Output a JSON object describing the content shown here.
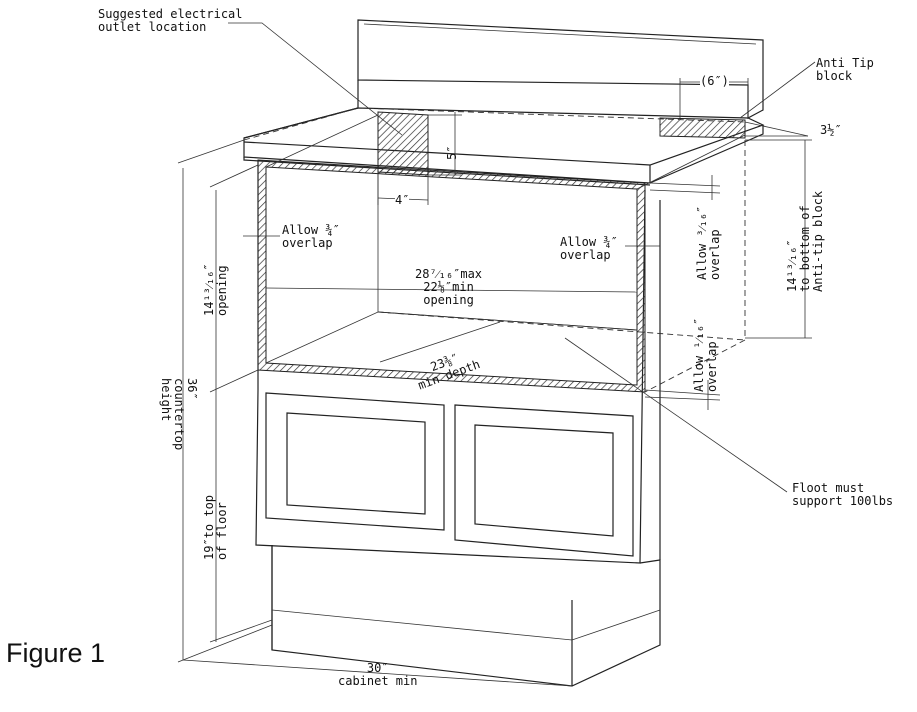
{
  "figure_label": "Figure 1",
  "labels": {
    "outlet": "Suggested electrical\noutlet location",
    "anti_tip": "Anti Tip\nblock",
    "six_in": "(6″)",
    "three_half": "3½″",
    "five_in": "5″",
    "four_in": "4″",
    "allow_left": "Allow ¾″\noverlap",
    "allow_right": "Allow ¾″\noverlap",
    "opening_width": "28⁷⁄₁₆″max\n22⅛″min\nopening",
    "min_depth": "23⅜″\nmin depth",
    "opening_height": "14¹³⁄₁₆″\nopening",
    "countertop": "36″\ncountertop\nheight",
    "floor_height": "19″to top\nof floor",
    "cabinet": "30″\ncabinet min",
    "allow_top": "Allow ³⁄₁₆″\noverlap",
    "allow_bottom": "Allow ¹⁄₁₆″\noverlap",
    "anti_tip_height": "14¹³⁄₁₆″\nto bottom of\nAnti-tip block",
    "floor_note": "Floot must\nsupport 100lbs"
  }
}
